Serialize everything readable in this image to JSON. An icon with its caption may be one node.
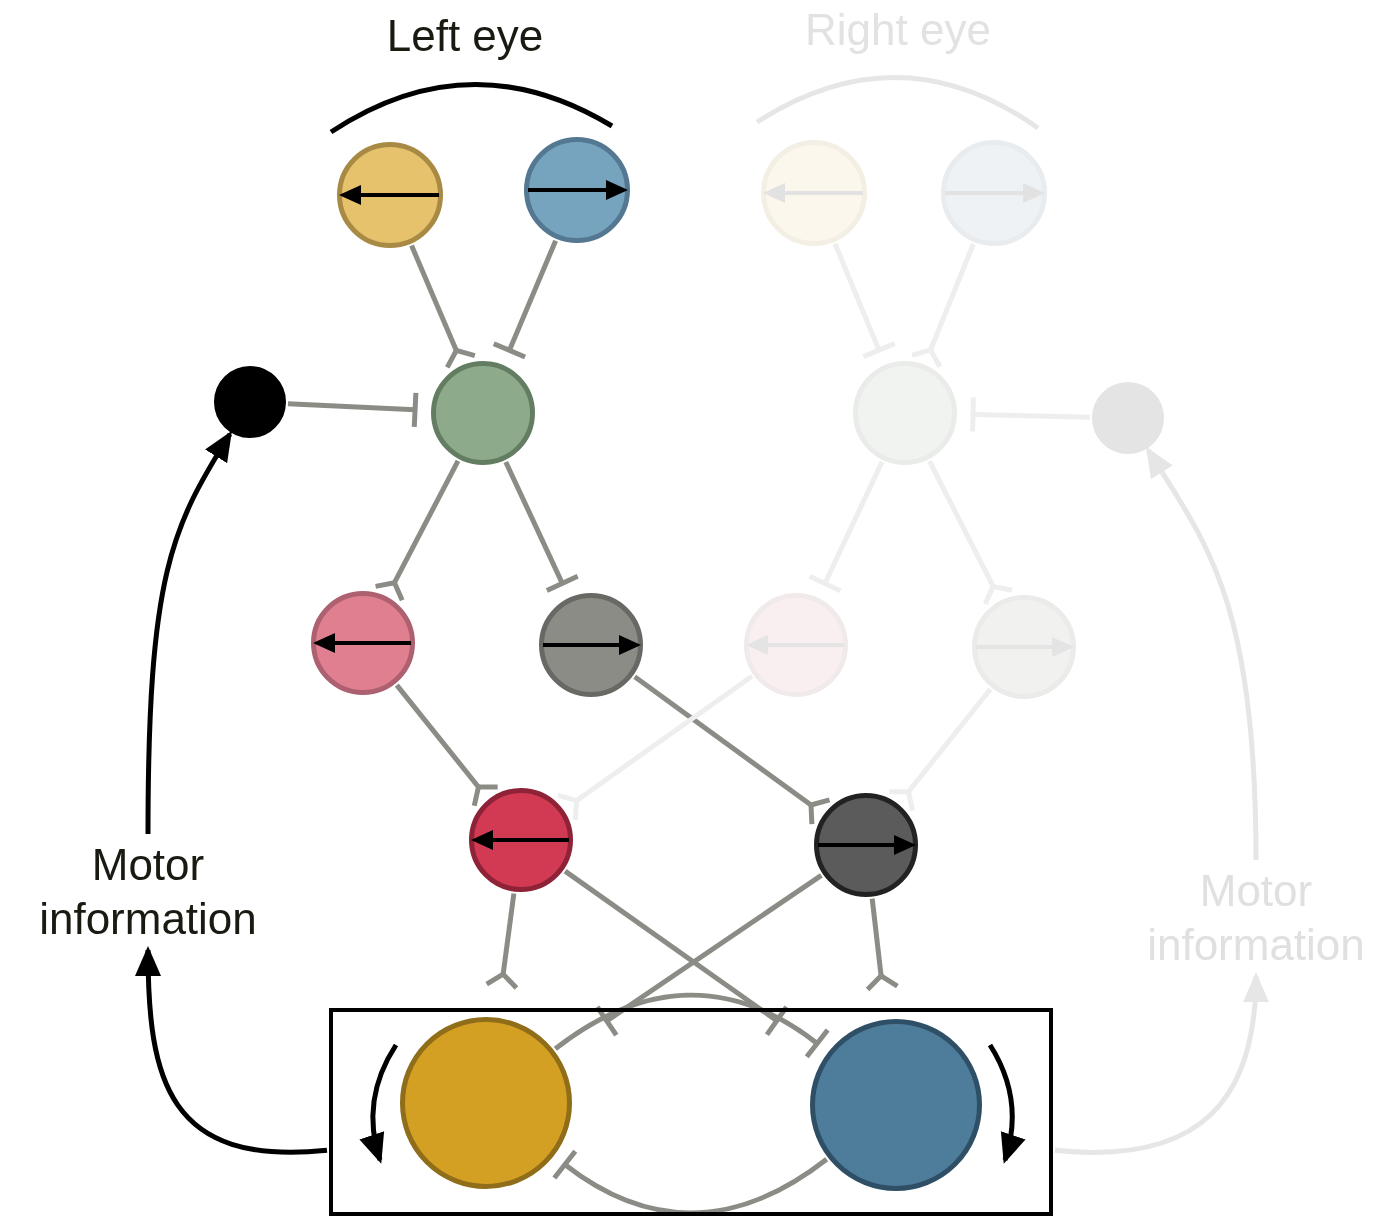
{
  "diagram": {
    "nodes": [
      {
        "text": [],
        "shape": "circle"
      },
      {
        "text": [],
        "shape": "circle"
      },
      {
        "text": [],
        "shape": "circle"
      },
      {
        "text": [],
        "shape": "circle"
      },
      {
        "text": [],
        "shape": "circle"
      },
      {
        "text": [],
        "shape": "circle"
      },
      {
        "text": [],
        "shape": "circle"
      },
      {
        "text": [],
        "shape": "circle"
      },
      {
        "text": [],
        "shape": "circle"
      },
      {
        "text": [],
        "shape": "circle"
      },
      {
        "text": [],
        "shape": "circle"
      },
      {
        "text": [],
        "shape": "circle"
      },
      {
        "text": [],
        "shape": "circle"
      },
      {
        "text": [],
        "shape": "circle"
      },
      {
        "text": [
          "Motor information"
        ]
      },
      {
        "text": [
          "Motor information"
        ]
      },
      {
        "text": [],
        "shape": "box"
      },
      {
        "text": [],
        "shape": "circle",
        "in": 16
      },
      {
        "text": [],
        "shape": "circle",
        "in": 16
      }
    ],
    "edges": [
      {
        "from": 0,
        "to": 5,
        "arrow": "other"
      },
      {
        "from": 1,
        "to": 5,
        "arrow": "other"
      },
      {
        "from": 2,
        "to": 6,
        "arrow": "other",
        "color": "#eeeeee"
      },
      {
        "from": 3,
        "to": 6,
        "arrow": "other",
        "color": "#eeeeee"
      },
      {
        "from": 4,
        "to": 5,
        "arrow": "other"
      },
      {
        "from": 7,
        "to": 6,
        "arrow": "other",
        "color": "#eeeeee"
      },
      {
        "from": 5,
        "to": 8,
        "arrow": "other"
      },
      {
        "from": 5,
        "to": 9,
        "arrow": "other"
      },
      {
        "from": 6,
        "to": 10,
        "arrow": "other",
        "color": "#eeeeee"
      },
      {
        "from": 6,
        "to": 11,
        "arrow": "other",
        "color": "#eeeeee"
      },
      {
        "from": 8,
        "to": 12,
        "arrow": "other"
      },
      {
        "from": 9,
        "to": 13,
        "arrow": "other"
      },
      {
        "from": 10,
        "to": 12,
        "arrow": "other",
        "color": "#eeeeee"
      },
      {
        "from": 11,
        "to": 13,
        "arrow": "other",
        "color": "#eeeeee"
      },
      {
        "from": 12,
        "to": 17,
        "arrow": "other"
      },
      {
        "from": 12,
        "to": 18,
        "arrow": "other"
      },
      {
        "from": 13,
        "to": 17,
        "arrow": "other"
      },
      {
        "from": 13,
        "to": 18,
        "arrow": "other"
      },
      {
        "from": 17,
        "to": 18,
        "arrow": "other"
      },
      {
        "from": 18,
        "to": 17,
        "arrow": "other"
      },
      {
        "from": 16,
        "to": 14,
        "arrow": "to",
        "color": "#000000"
      },
      {
        "from": 14,
        "to": 4,
        "arrow": "to",
        "color": "#000000"
      },
      {
        "from": 16,
        "to": 15,
        "arrow": "to",
        "color": "#e6e6e6"
      },
      {
        "from": 15,
        "to": 7,
        "arrow": "to",
        "color": "#e6e6e6"
      }
    ],
    "labels": [
      "Left eye",
      "Right eye"
    ]
  }
}
